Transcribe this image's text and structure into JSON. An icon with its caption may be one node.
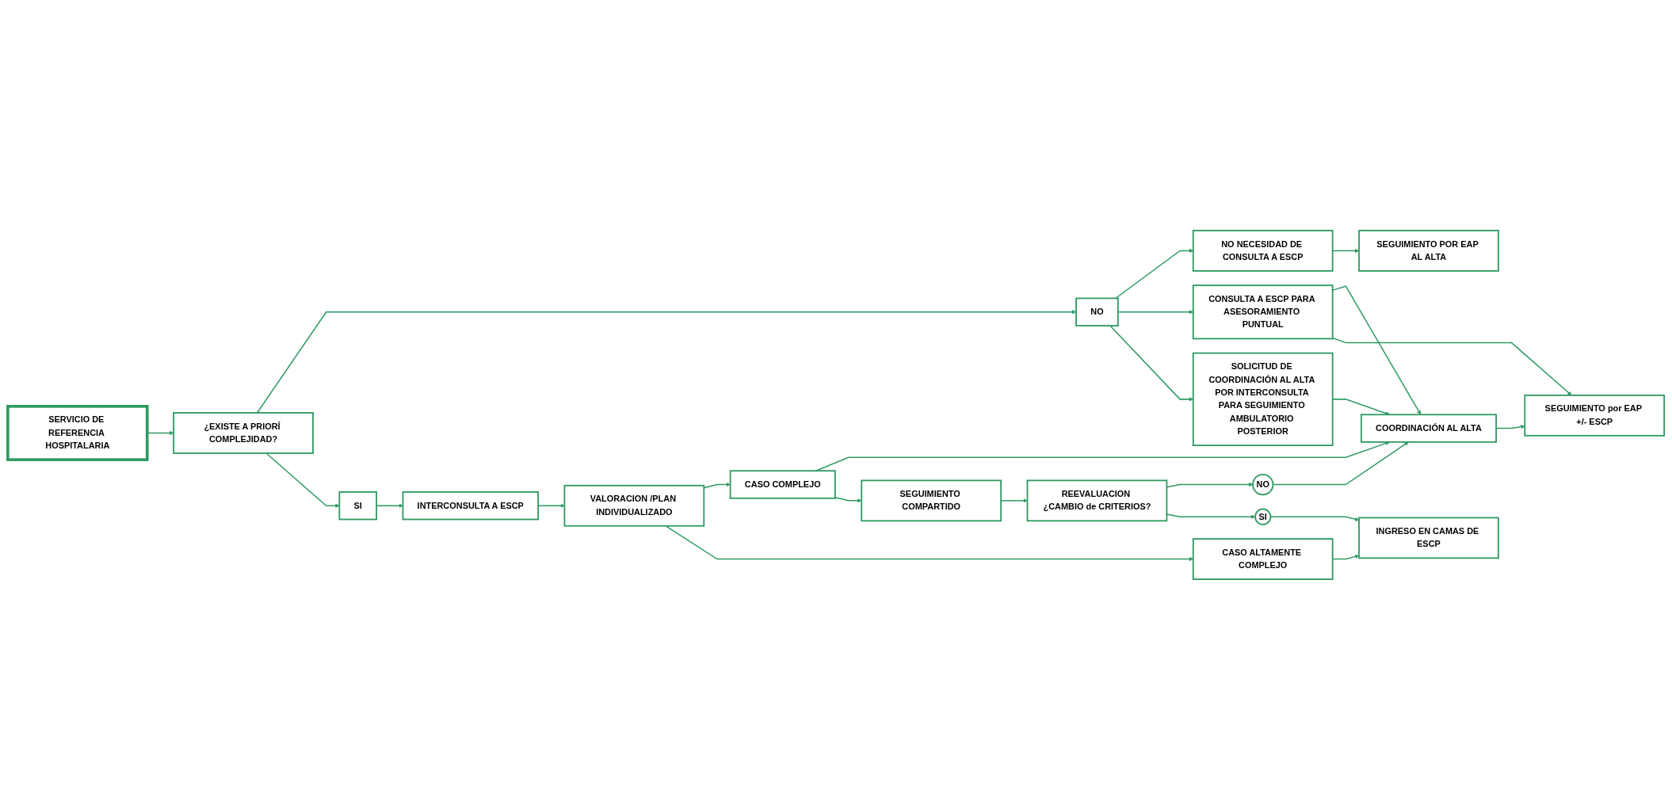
{
  "diagram": {
    "nodes": [
      {
        "text": [
          "SERVICIO DE REFERENCIA HOSPITALARIA"
        ]
      },
      {
        "text": [
          "¿EXISTE A PRIORÍ COMPLEJIDAD?"
        ]
      },
      {
        "text": [
          "NO"
        ]
      },
      {
        "text": [
          "NO NECESIDAD DE CONSULTA A ESCP"
        ]
      },
      {
        "text": [
          "SEGUIMIENTO POR EAP AL ALTA"
        ]
      },
      {
        "text": [
          "CONSULTA A ESCP PARA ASESORAMIENTO PUNTUAL"
        ]
      },
      {
        "text": [
          "SOLICITUD DE COORDINACIÓN AL ALTA POR INTERCONSULTA PARA SEGUIMIENTO AMBULATORIO POSTERIOR"
        ]
      },
      {
        "text": [
          "COORDINACIÓN AL ALTA"
        ]
      },
      {
        "text": [
          "SEGUIMIENTO por EAP +/- ESCP"
        ]
      },
      {
        "text": [
          "SI"
        ]
      },
      {
        "text": [
          "INTERCONSULTA A ESCP"
        ]
      },
      {
        "text": [
          "VALORACION /PLAN INDIVIDUALIZADO"
        ]
      },
      {
        "text": [
          "CASO COMPLEJO"
        ]
      },
      {
        "text": [
          "SEGUIMIENTO COMPARTIDO"
        ]
      },
      {
        "text": [
          "REEVALUACION ¿CAMBIO de CRITERIOS?"
        ]
      },
      {
        "text": [
          "NO"
        ]
      },
      {
        "text": [
          "SI"
        ]
      },
      {
        "text": [
          "CASO ALTAMENTE COMPLEJO"
        ]
      },
      {
        "text": [
          "INGRESO EN CAMAS DE ESCP"
        ]
      }
    ],
    "edges": [
      {
        "from": 0,
        "to": 1,
        "arrow": "to"
      },
      {
        "from": 1,
        "to": 2,
        "arrow": "to"
      },
      {
        "from": 2,
        "to": 3,
        "arrow": "to"
      },
      {
        "from": 2,
        "to": 5,
        "arrow": "to"
      },
      {
        "from": 2,
        "to": 6,
        "arrow": "to"
      },
      {
        "from": 3,
        "to": 4,
        "arrow": "to"
      },
      {
        "from": 5,
        "to": 7,
        "arrow": "to"
      },
      {
        "from": 5,
        "to": 8,
        "arrow": "to"
      },
      {
        "from": 6,
        "to": 7,
        "arrow": "to"
      },
      {
        "from": 7,
        "to": 8,
        "arrow": "to"
      },
      {
        "from": 1,
        "to": 9,
        "arrow": "to"
      },
      {
        "from": 9,
        "to": 10,
        "arrow": "to"
      },
      {
        "from": 10,
        "to": 11,
        "arrow": "to"
      },
      {
        "from": 11,
        "to": 12,
        "arrow": "to"
      },
      {
        "from": 11,
        "to": 17,
        "arrow": "to"
      },
      {
        "from": 12,
        "to": 7,
        "arrow": "to"
      },
      {
        "from": 12,
        "to": 13,
        "arrow": "to"
      },
      {
        "from": 13,
        "to": 14,
        "arrow": "to"
      },
      {
        "from": 14,
        "to": 15,
        "arrow": "to"
      },
      {
        "from": 14,
        "to": 16,
        "arrow": "to"
      },
      {
        "from": 15,
        "to": 7,
        "arrow": "to"
      },
      {
        "from": 16,
        "to": 18,
        "arrow": "to"
      },
      {
        "from": 17,
        "to": 18,
        "arrow": "to"
      }
    ]
  }
}
